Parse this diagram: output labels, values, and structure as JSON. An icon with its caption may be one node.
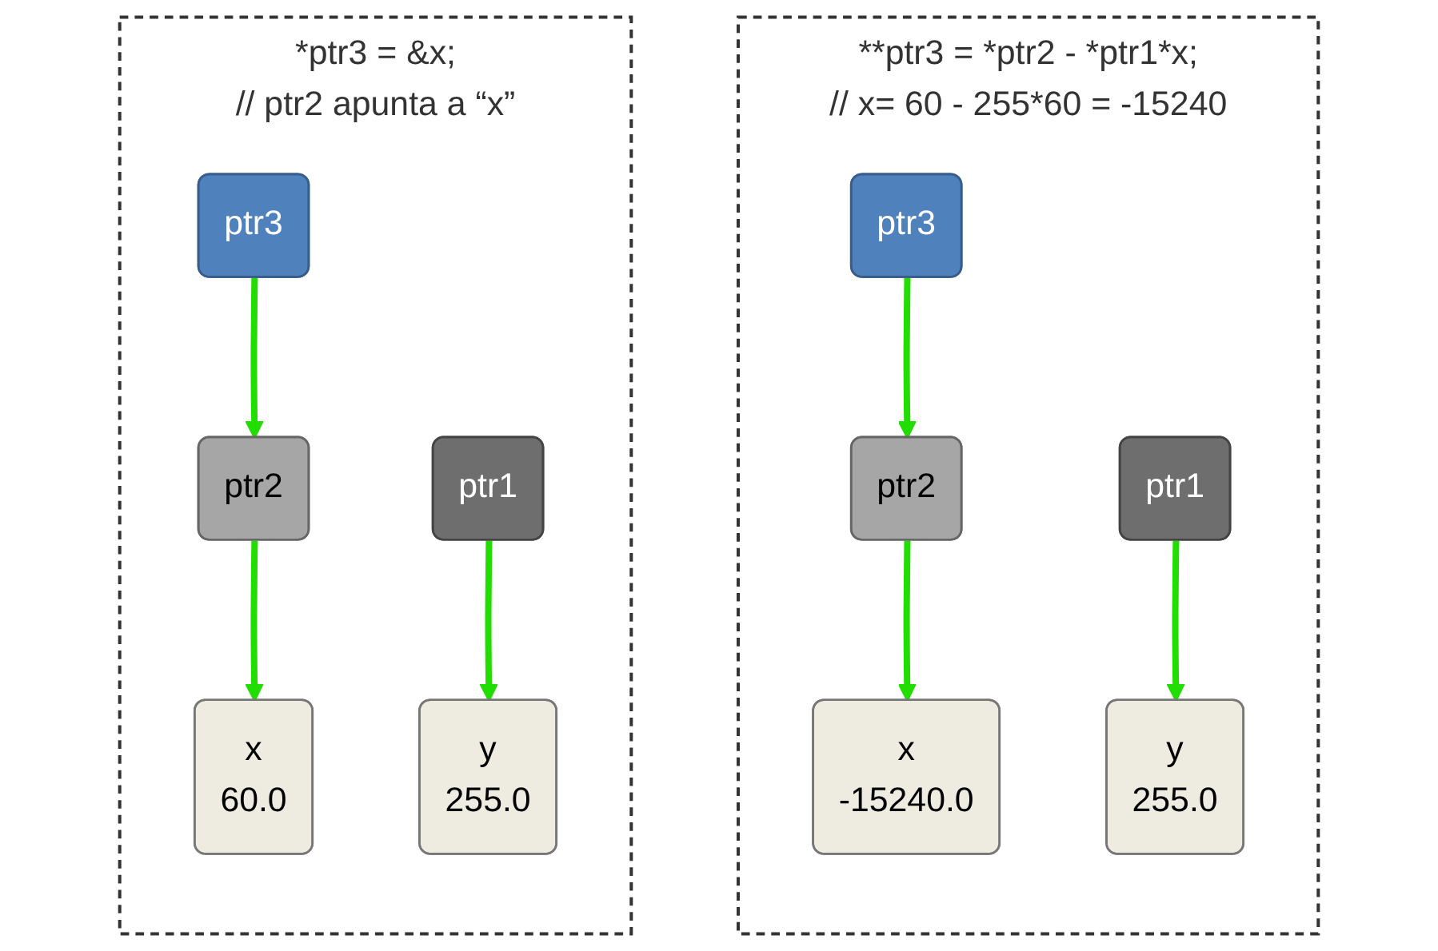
{
  "diagram": {
    "nodes": [
      {
        "text": [
          "*ptr3 = &x;",
          "// ptr2 apunta a “x”"
        ]
      },
      {
        "text": [
          "ptr3"
        ],
        "in": 0
      },
      {
        "text": [
          "ptr1"
        ],
        "in": 0
      },
      {
        "text": [
          "ptr2"
        ],
        "in": 0
      },
      {
        "text": [
          "y",
          "255.0"
        ],
        "in": 0
      },
      {
        "text": [
          "x",
          "60.0"
        ],
        "in": 0
      },
      {
        "text": [
          "**ptr3 = *ptr2 - *ptr1*x;",
          "// x= 60 - 255*60 = -15240"
        ]
      },
      {
        "text": [
          "ptr3"
        ],
        "in": 6
      },
      {
        "text": [
          "ptr1"
        ],
        "in": 6
      },
      {
        "text": [
          "ptr2"
        ],
        "in": 6
      },
      {
        "text": [
          "y",
          "255.0"
        ],
        "in": 6
      },
      {
        "text": [
          "x",
          "-15240.0"
        ],
        "in": 6
      }
    ],
    "edges": [
      {
        "from": 1,
        "to": 3,
        "arrow": "to"
      },
      {
        "from": 2,
        "to": 4,
        "arrow": "to"
      },
      {
        "from": 3,
        "to": 5,
        "arrow": "to"
      },
      {
        "from": 7,
        "to": 9,
        "arrow": "to"
      },
      {
        "from": 8,
        "to": 10,
        "arrow": "to"
      },
      {
        "from": 9,
        "to": 11,
        "arrow": "to"
      }
    ]
  }
}
